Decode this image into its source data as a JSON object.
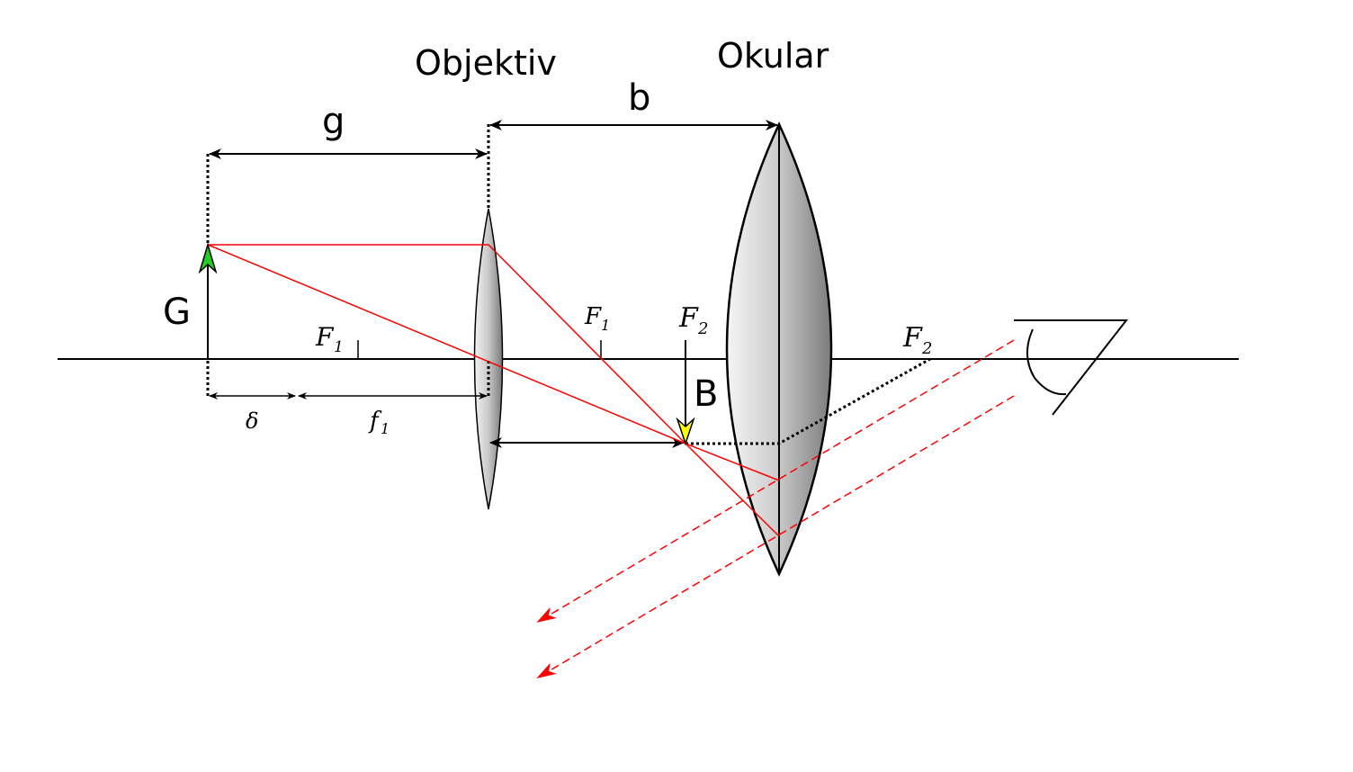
{
  "labels": {
    "objektiv": "Objektiv",
    "okular": "Okular",
    "g": "g",
    "b": "b",
    "G": "G",
    "B": "B",
    "F1_left": "F",
    "F1_right": "F",
    "F2_mid": "F",
    "F2_right": "F",
    "sub1": "1",
    "sub2": "2",
    "delta": "δ",
    "f1_main": "f",
    "f1_sub": "1"
  },
  "colors": {
    "ray": "#ff0000",
    "axis": "#000000",
    "object_arrowhead": "#22cc22",
    "image_arrowhead": "#ffff00",
    "lens_fill_light": "#f2f2f2",
    "lens_fill_dark": "#7a7a7a"
  },
  "icons": {
    "eye": "eye-icon"
  }
}
